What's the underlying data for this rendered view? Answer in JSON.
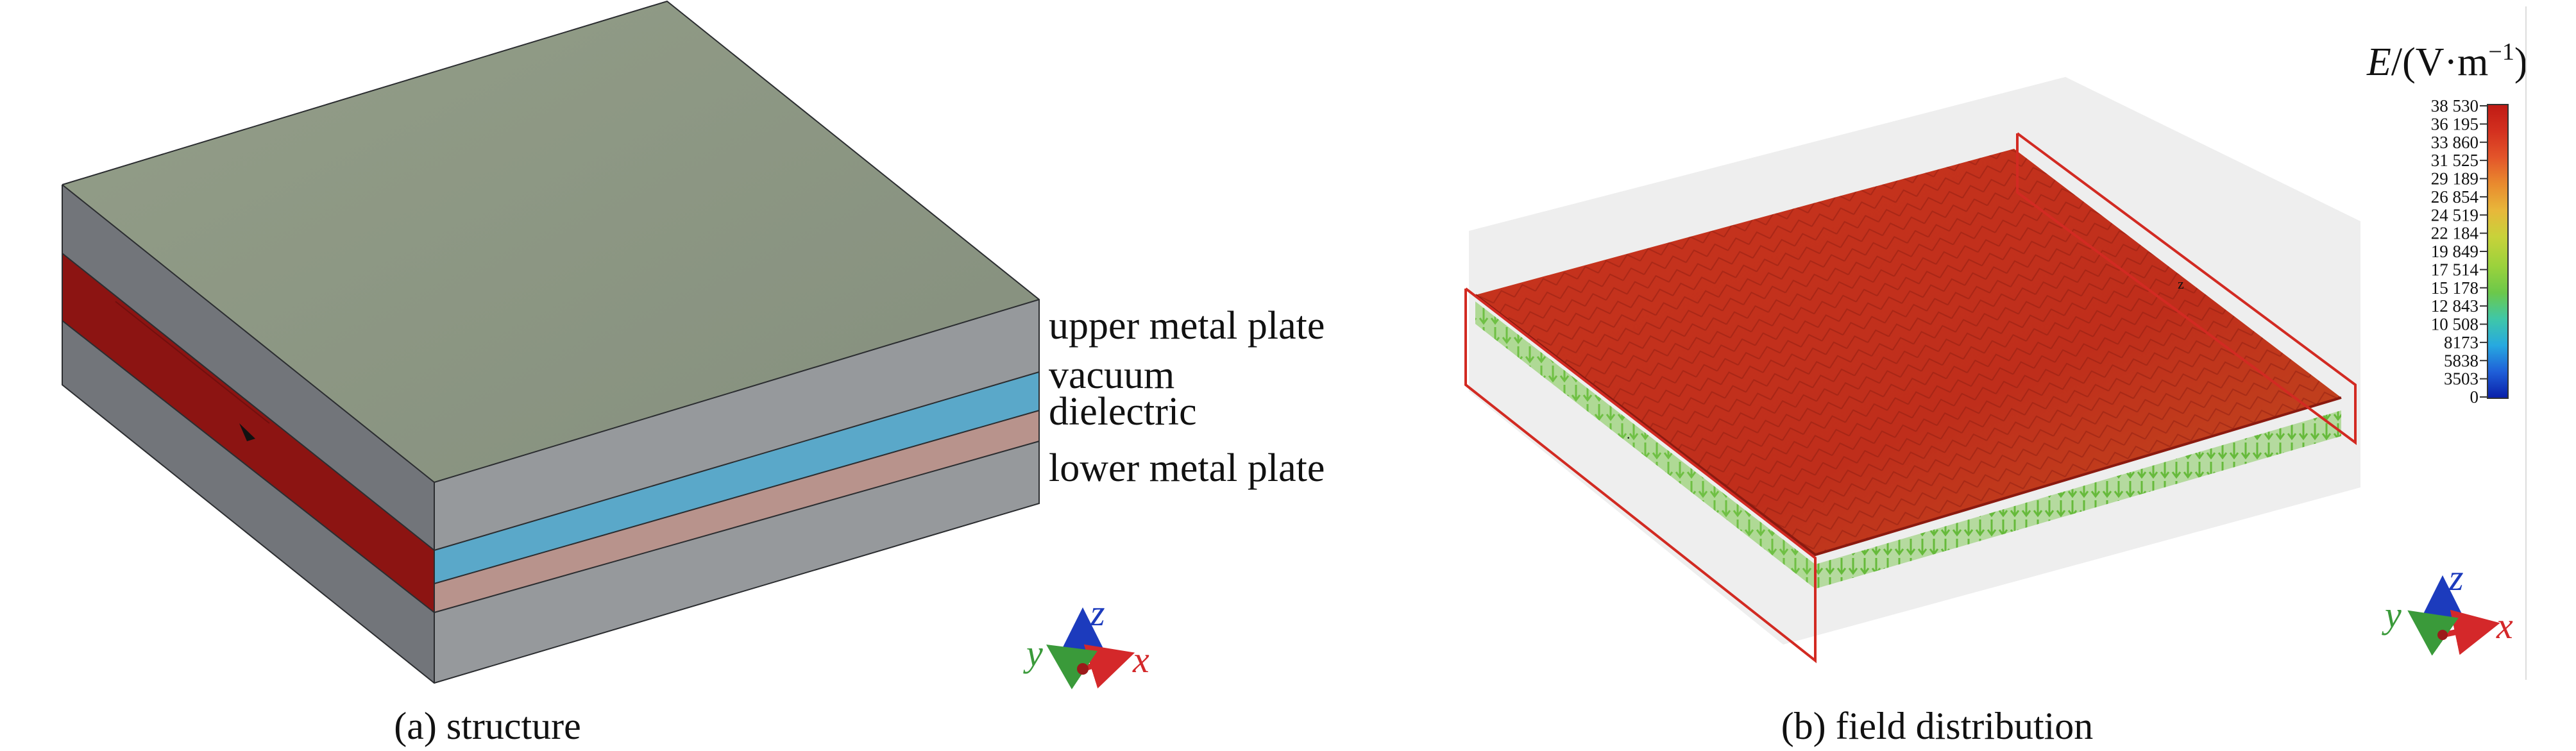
{
  "panel_a": {
    "caption": "(a) structure",
    "layers": {
      "upper": "upper metal plate",
      "vacuum": "vacuum",
      "dielectric": "dielectric",
      "lower": "lower metal plate"
    },
    "axes": {
      "x": "x",
      "y": "y",
      "z": "z"
    }
  },
  "panel_b": {
    "caption": "(b) field distribution",
    "colorbar": {
      "title_E": "E",
      "title_unit": "/(V·m",
      "title_sup": "−1",
      "title_close": ")",
      "ticks": [
        "38 530",
        "36 195",
        "33 860",
        "31 525",
        "29 189",
        "26 854",
        "24 519",
        "22 184",
        "19 849",
        "17 514",
        "15 178",
        "12 843",
        "10 508",
        "8173",
        "5838",
        "3503",
        "0"
      ],
      "gradient": [
        "#0a1fa8",
        "#1f5fd8",
        "#27a9e0",
        "#3fc7a8",
        "#6cc84a",
        "#9bd23c",
        "#c8d23a",
        "#e8b73a",
        "#e98a2e",
        "#e3552a",
        "#d3301f",
        "#c01a14"
      ]
    },
    "axes": {
      "x": "x",
      "y": "y",
      "z": "z"
    }
  },
  "colors": {
    "upper_top": "#8d9884",
    "side_gray": "#96999c",
    "side_dark": "#72757a",
    "dielectric_side": "#b8938c",
    "vacuum_side": "#5aa8c9",
    "red_layer": "#8c1412",
    "field_red": "#c0321e",
    "field_green": "#6fc23f",
    "box_red": "#d22a22",
    "axis_x": "#d4282a",
    "axis_y": "#3a9a3a",
    "axis_z": "#1c3bbd"
  }
}
